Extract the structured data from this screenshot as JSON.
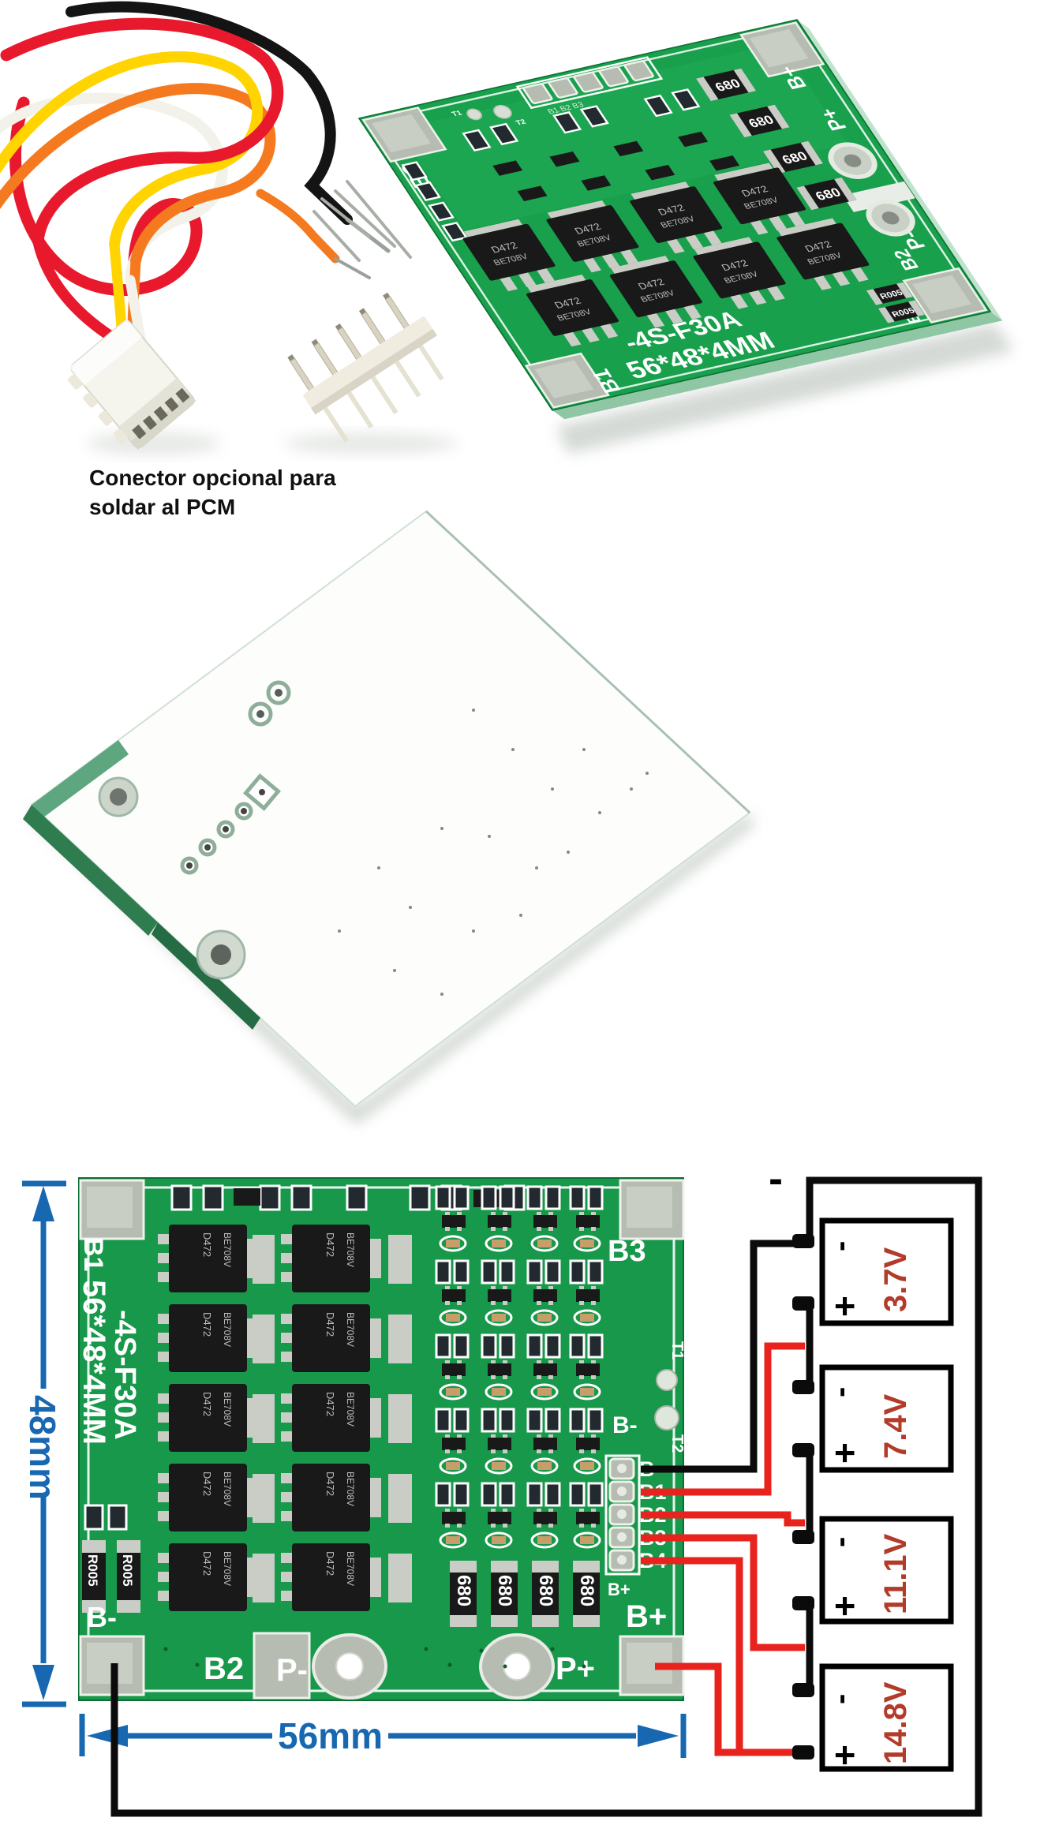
{
  "caption": {
    "line1": "Conector opcional para",
    "line2": "soldar al PCM"
  },
  "board": {
    "model": "-4S-F30A",
    "size_silk": "56*48*4MM",
    "corner_b1": "B1",
    "corner_b2": "B2",
    "corner_b3": "B3",
    "b_minus_corner": "B-",
    "b_plus_corner": "B+",
    "b_minus_small": "B-",
    "b_plus_small": "B+",
    "p_minus": "P-",
    "p_plus": "P+",
    "t1": "T1",
    "t2": "T2",
    "connector_pads": [
      "B-",
      "B1",
      "B2",
      "B3",
      "B4"
    ],
    "pad_row_mark": "B1 B2 B3",
    "mosfet_mark_1": "D472",
    "mosfet_mark_2": "BE708V",
    "resistor_mark": "680",
    "shunt_mark": "R005"
  },
  "diagram": {
    "height_dim": "48mm",
    "width_dim": "56mm",
    "pack_minus": "-",
    "term_minus": "-",
    "term_plus": "+",
    "batteries": [
      {
        "voltage": "3.7V"
      },
      {
        "voltage": "7.4V"
      },
      {
        "voltage": "11.1V"
      },
      {
        "voltage": "14.8V"
      }
    ]
  },
  "colors": {
    "pcb_green": "#17984a",
    "pcb_green_light": "#20a854",
    "pcb_edge": "#8fc7a5",
    "silk_white": "#ffffff",
    "pad_silver": "#b7bcb3",
    "dimension_blue": "#1767b1",
    "battery_text_red": "#b23b2a",
    "wire_red": "#e8231d",
    "wire_black": "#141414",
    "wire_orange": "#f4791f",
    "wire_yellow": "#ffd400",
    "wire_white": "#f2f2ea",
    "mosfet_black": "#191919"
  }
}
